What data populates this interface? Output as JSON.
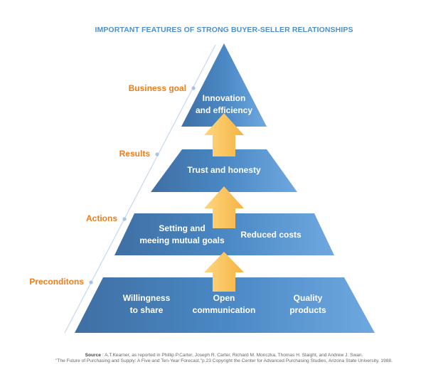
{
  "title": "IMPORTANT FEATURES OF STRONG BUYER-SELLER RELATIONSHIPS",
  "colors": {
    "title": "#4a90d0",
    "level_label": "#f07d1a",
    "tier_dark": "#3f6fa3",
    "tier_mid": "#4a88c4",
    "tier_light": "#6fa8e0",
    "arrow_light": "#ffd680",
    "arrow_dark": "#f5b342",
    "guide_line": "#c5d8ee",
    "guide_dot": "#a9c3e0"
  },
  "levels": [
    {
      "label": "Business goal",
      "items": [
        "Innovation\nand efficiency"
      ]
    },
    {
      "label": "Results",
      "items": [
        "Trust and honesty"
      ]
    },
    {
      "label": "Actions",
      "items": [
        "Setting and\nmeeing mutual goals",
        "Reduced costs"
      ]
    },
    {
      "label": "Preconditons",
      "items": [
        "Willingness\nto share",
        "Open\ncommunication",
        "Quality\nproducts"
      ]
    }
  ],
  "source": {
    "label": "Source",
    "line1": " : A.T.Kearner, as reported in Phillip P.Carter, Joseph R. Carter, Richard M. Monczka, Thomas H. Slaight, and Andrew J. Swan.",
    "line2": "\"The Future of Purchasing and Supply: A Five-and Ten-Year Forecast,\"p.23 Copyright the Center for Advanced Purchasing Studies, Arizona State University. 1988."
  }
}
